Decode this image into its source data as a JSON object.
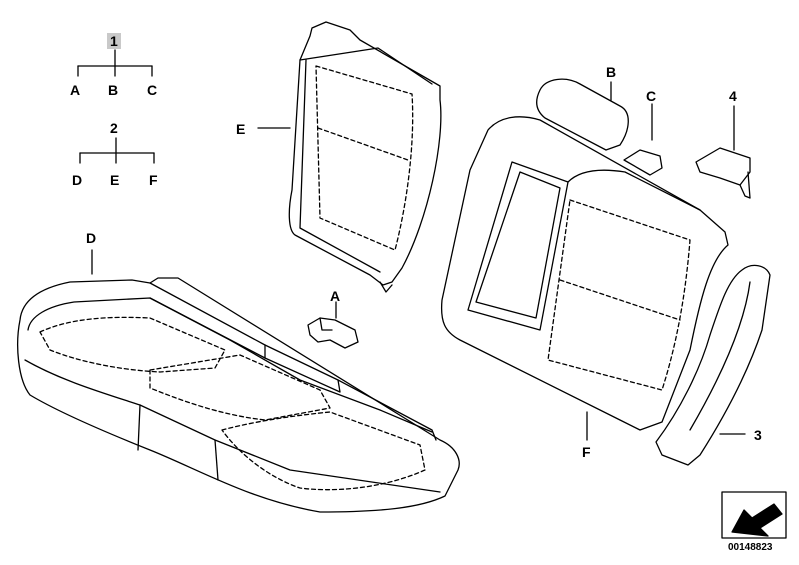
{
  "labels": {
    "part1": "1",
    "part1_a": "A",
    "part1_b": "B",
    "part1_c": "C",
    "part2": "2",
    "part2_d": "D",
    "part2_e": "E",
    "part2_f": "F",
    "backrest_left": "E",
    "seat_cushion": "D",
    "hinge_clip": "A",
    "headrest_pad": "B",
    "small_pad": "C",
    "bracket": "4",
    "backrest_right": "F",
    "side_bolster": "3"
  },
  "diagram_number": "00148823",
  "icons": {
    "view_arrow": "arrow-view-icon"
  }
}
